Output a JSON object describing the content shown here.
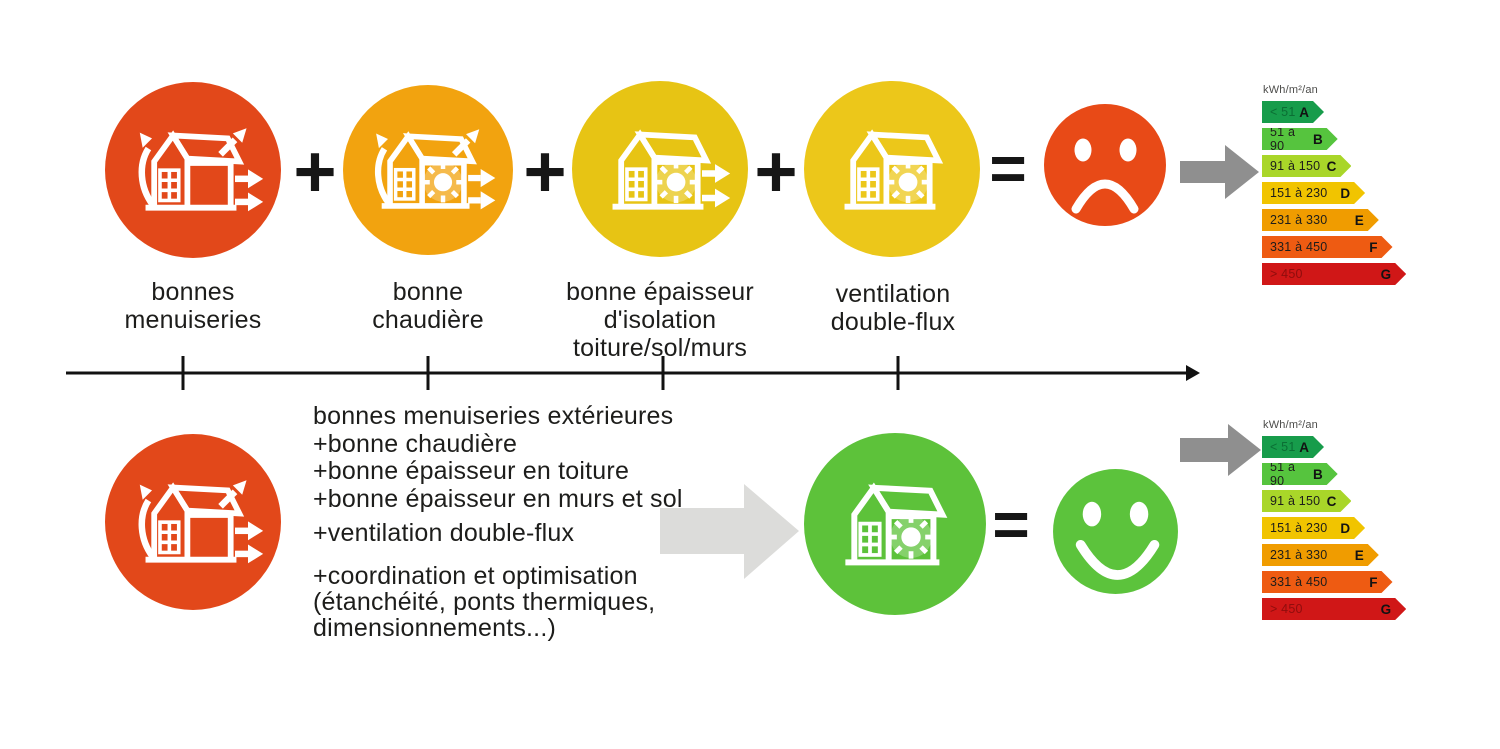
{
  "ops": {
    "plus": "+",
    "equals": "="
  },
  "top_row": {
    "items": [
      {
        "label": "bonnes\nmenuiseries",
        "color": "#e2481a",
        "icon": "house-heat-loss-icon"
      },
      {
        "label": "bonne\nchaudière",
        "color": "#f2a30f",
        "icon": "house-heater-heat-loss-icon"
      },
      {
        "label": "bonne épaisseur\nd'isolation\ntoiture/sol/murs",
        "color": "#e7c414",
        "icon": "house-insulation-icon"
      },
      {
        "label": "ventilation\ndouble-flux",
        "color": "#ecc71a",
        "icon": "house-ventilation-icon"
      }
    ],
    "face_color": "#e84a17"
  },
  "bottom_row": {
    "start_circle_color": "#e2481a",
    "summary": {
      "group1": "bonnes menuiseries extérieures\n+bonne chaudière\n+bonne épaisseur en toiture\n+bonne épaisseur en murs et sol",
      "group2": "+ventilation double-flux",
      "group3": "+coordination et optimisation\n(étanchéité, ponts thermiques,\ndimensionnements...)"
    },
    "house_color": "#5dc23a",
    "face_color": "#5cc33c"
  },
  "energy_scale": {
    "unit": "kWh/m²/an",
    "rows": [
      {
        "range": "< 51",
        "grade": "A",
        "color": "#179c4b",
        "range_color": "#0b6e34"
      },
      {
        "range": "51 à 90",
        "grade": "B",
        "color": "#56c43e",
        "range_color": "#1d1d1b"
      },
      {
        "range": "91 à 150",
        "grade": "C",
        "color": "#a9d629",
        "range_color": "#1d1d1b"
      },
      {
        "range": "151 à 230",
        "grade": "D",
        "color": "#f1c400",
        "range_color": "#1d1d1b"
      },
      {
        "range": "231 à 330",
        "grade": "E",
        "color": "#f09c00",
        "range_color": "#1d1d1b"
      },
      {
        "range": "331 à 450",
        "grade": "F",
        "color": "#ee5b12",
        "range_color": "#1d1d1b"
      },
      {
        "range": "> 450",
        "grade": "G",
        "color": "#d01717",
        "range_color": "#8f0d0d"
      }
    ]
  },
  "arrow_colors": {
    "dark": "#8f8f8f",
    "light": "#dcdcda"
  }
}
